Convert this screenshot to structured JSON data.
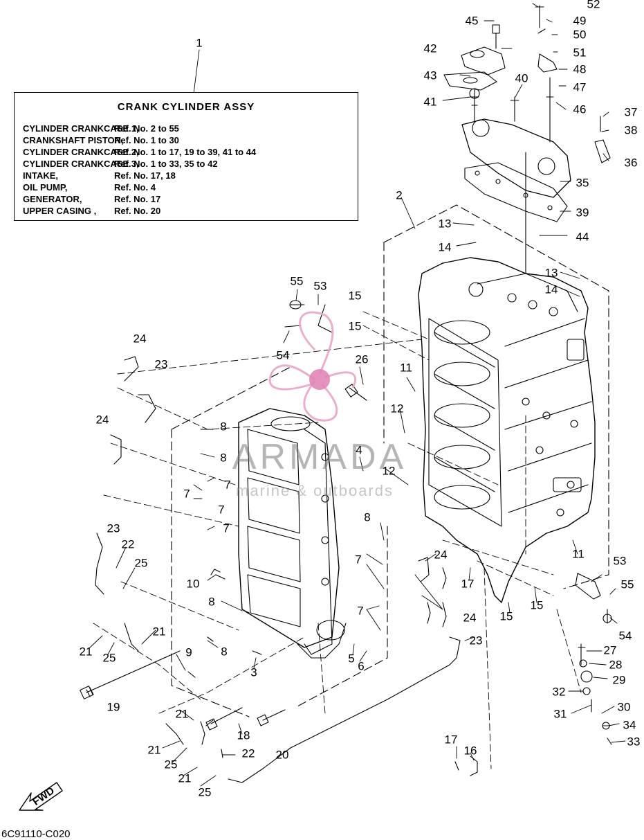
{
  "legend": {
    "callout": "1",
    "title": "CRANK CYLINDER ASSY",
    "rows": [
      {
        "name": "CYLINDER CRANKCASE 1,",
        "ref": "Ref. No. 2 to 55"
      },
      {
        "name": "CRANKSHAFT PISTON,",
        "ref": "Ref. No. 1 to 30"
      },
      {
        "name": "CYLINDER CRANKCASE 2,",
        "ref": "Ref. No. 1 to 17, 19 to 39, 41 to 44"
      },
      {
        "name": "CYLINDER CRANKCASE 3,",
        "ref": "Ref. No. 1 to 33, 35 to 42"
      },
      {
        "name": "INTAKE,",
        "ref": "Ref. No. 17, 18"
      },
      {
        "name": "OIL PUMP,",
        "ref": "Ref. No. 4"
      },
      {
        "name": "GENERATOR,",
        "ref": "Ref. No. 17"
      },
      {
        "name": "UPPER CASING ,",
        "ref": "Ref. No. 20"
      }
    ]
  },
  "callouts": [
    "52",
    "49",
    "45",
    "50",
    "42",
    "51",
    "48",
    "43",
    "40",
    "47",
    "41",
    "46",
    "37",
    "38",
    "36",
    "35",
    "2",
    "39",
    "13",
    "44",
    "14",
    "13",
    "14",
    "55",
    "53",
    "15",
    "15",
    "24",
    "26",
    "23",
    "11",
    "12",
    "24",
    "8",
    "8",
    "4",
    "7",
    "7",
    "12",
    "7",
    "7",
    "8",
    "23",
    "22",
    "25",
    "7",
    "24",
    "10",
    "17",
    "7",
    "24",
    "15",
    "15",
    "11",
    "53",
    "55",
    "8",
    "21",
    "21",
    "25",
    "9",
    "8",
    "3",
    "5",
    "6",
    "23",
    "54",
    "27",
    "28",
    "29",
    "19",
    "32",
    "30",
    "31",
    "34",
    "33",
    "21",
    "18",
    "21",
    "22",
    "20",
    "25",
    "21",
    "25",
    "17",
    "16",
    "54"
  ],
  "watermark": {
    "brand": "ARMADA",
    "subtitle": "marine & outboards",
    "colors": {
      "logo": "#e8a6c7",
      "dot": "#e07fb0",
      "text": "#888888"
    }
  },
  "fwd_label": "FWD",
  "catalog_code": "6C91110-C020"
}
